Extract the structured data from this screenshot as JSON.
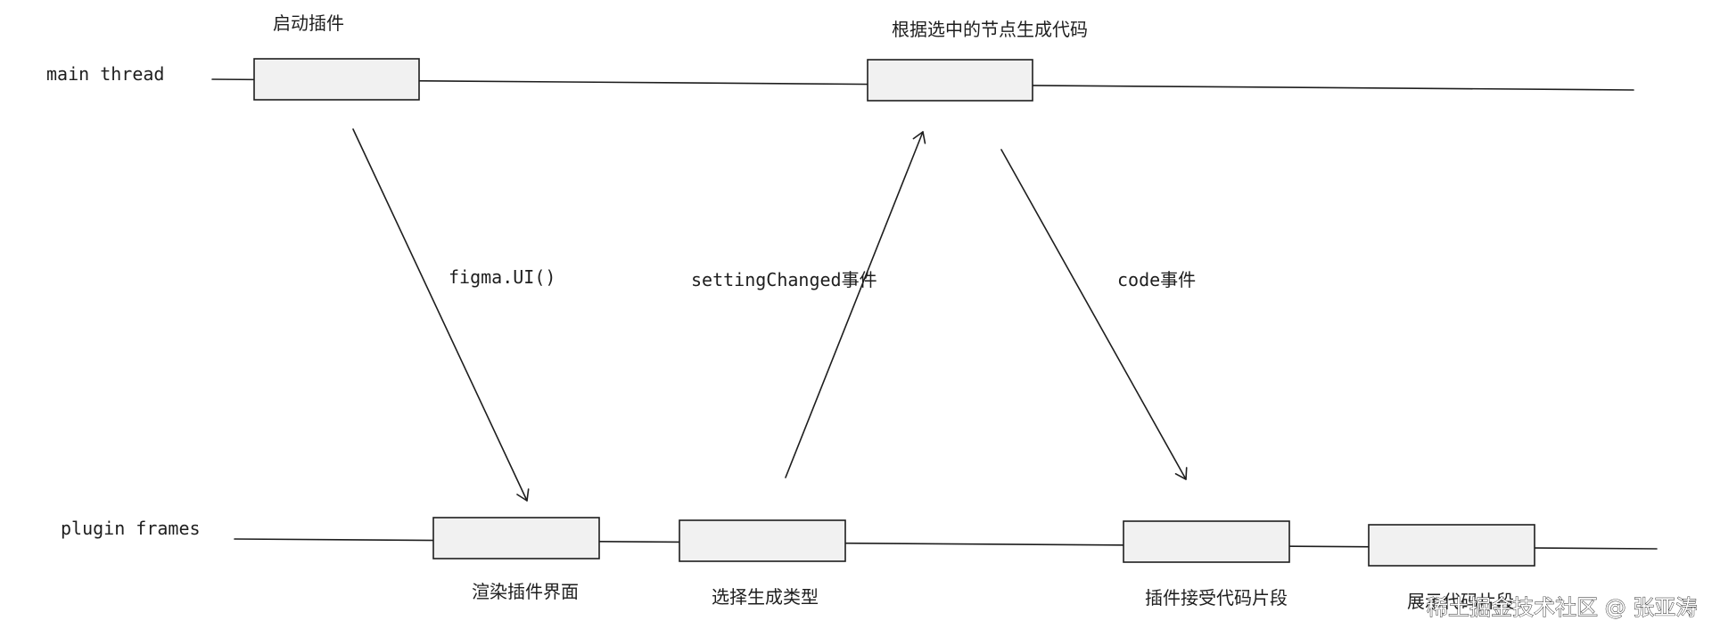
{
  "lanes": {
    "main_label": "main thread",
    "plugin_label": "plugin frames"
  },
  "main_boxes": {
    "start_plugin": "启动插件",
    "generate_code": "根据选中的节点生成代码"
  },
  "plugin_boxes": {
    "render_ui": "渲染插件界面",
    "choose_type": "选择生成类型",
    "receive_code": "插件接受代码片段",
    "show_code": "展示代码片段"
  },
  "arrows": {
    "figma_ui": "figma.UI()",
    "setting_changed": "settingChanged事件",
    "code_event": "code事件"
  },
  "watermark": "稀土掘金技术社区 @ 张亚涛"
}
